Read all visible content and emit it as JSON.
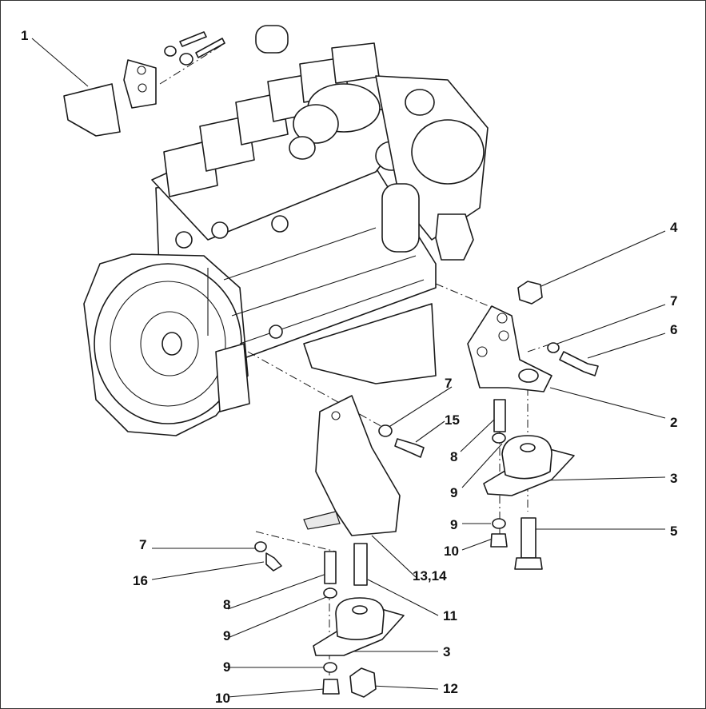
{
  "diagram": {
    "callouts": [
      "1",
      "2",
      "3",
      "3",
      "4",
      "5",
      "6",
      "7",
      "7",
      "7",
      "8",
      "8",
      "9",
      "9",
      "9",
      "9",
      "10",
      "10",
      "11",
      "12",
      "13,14",
      "15",
      "16"
    ]
  },
  "labels": {
    "l1": "1",
    "l2": "2",
    "l3a": "3",
    "l3b": "3",
    "l4": "4",
    "l5": "5",
    "l6": "6",
    "l7a": "7",
    "l7b": "7",
    "l7c": "7",
    "l8a": "8",
    "l8b": "8",
    "l9a": "9",
    "l9b": "9",
    "l9c": "9",
    "l9d": "9",
    "l10a": "10",
    "l10b": "10",
    "l11": "11",
    "l12": "12",
    "l1314": "13,14",
    "l15": "15",
    "l16": "16"
  }
}
